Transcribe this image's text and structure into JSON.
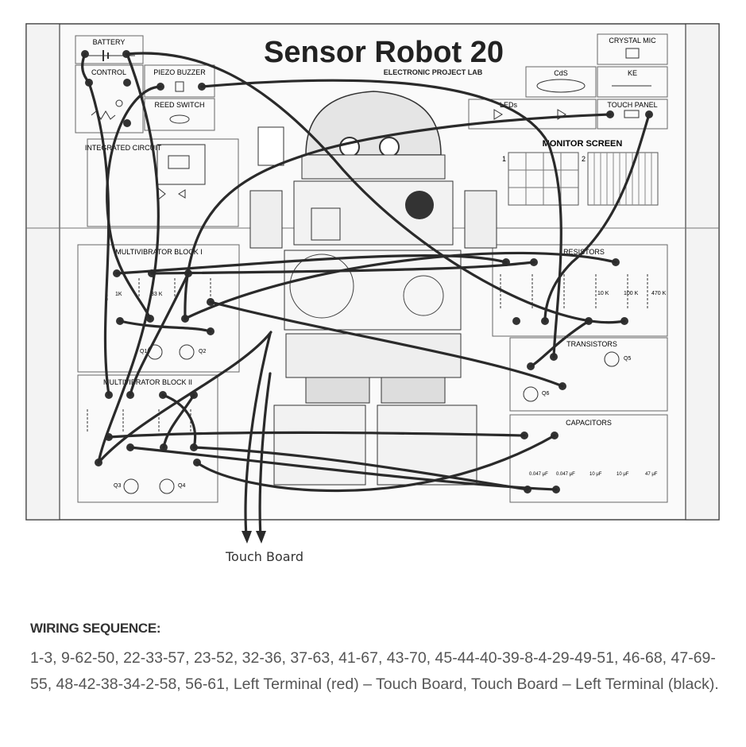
{
  "title": "Sensor Robot 20",
  "subtitle": "ELECTRONIC PROJECT LAB",
  "blocks": {
    "battery": "BATTERY",
    "control": "CONTROL",
    "piezo": "PIEZO BUZZER",
    "reed": "REED SWITCH",
    "ic": "INTEGRATED CIRCUIT",
    "mv1": "MULTIVIBRATOR BLOCK I",
    "mv2": "MULTIVIBRATOR BLOCK II",
    "crystal": "CRYSTAL MIC",
    "cds": "CdS",
    "ke": "KE",
    "leds": "LEDs",
    "touch": "TOUCH PANEL",
    "monitor": "MONITOR SCREEN",
    "resistors": "RESISTORS",
    "transistors": "TRANSISTORS",
    "capacitors": "CAPACITORS"
  },
  "monitor_labels": [
    "1",
    "2"
  ],
  "component_values": {
    "r_1k": "1K",
    "r_33k": "33 K",
    "r_10k": "10 K",
    "r_100k": "100 K",
    "r_470k": "470 K",
    "c_0047a": "0.047 μF",
    "c_0047b": "0.047 μF",
    "c_10": "10 μF",
    "c_10b": "10 μF",
    "c_47": "47 μF"
  },
  "transistor_labels": [
    "Q1",
    "Q2",
    "Q3",
    "Q4",
    "Q5",
    "Q6"
  ],
  "caption": "Touch Board",
  "wiring_heading": "WIRING SEQUENCE:",
  "wiring_text": "1-3,  9-62-50,  22-33-57,  23-52,  32-36,  37-63,  41-67,  43-70,  45-44-40-39-8-4-29-49-51,  46-68,  47-69-55,  48-42-38-34-2-58,  56-61,  Left Terminal (red) – Touch Board,  Touch Board – Left Terminal (black)."
}
